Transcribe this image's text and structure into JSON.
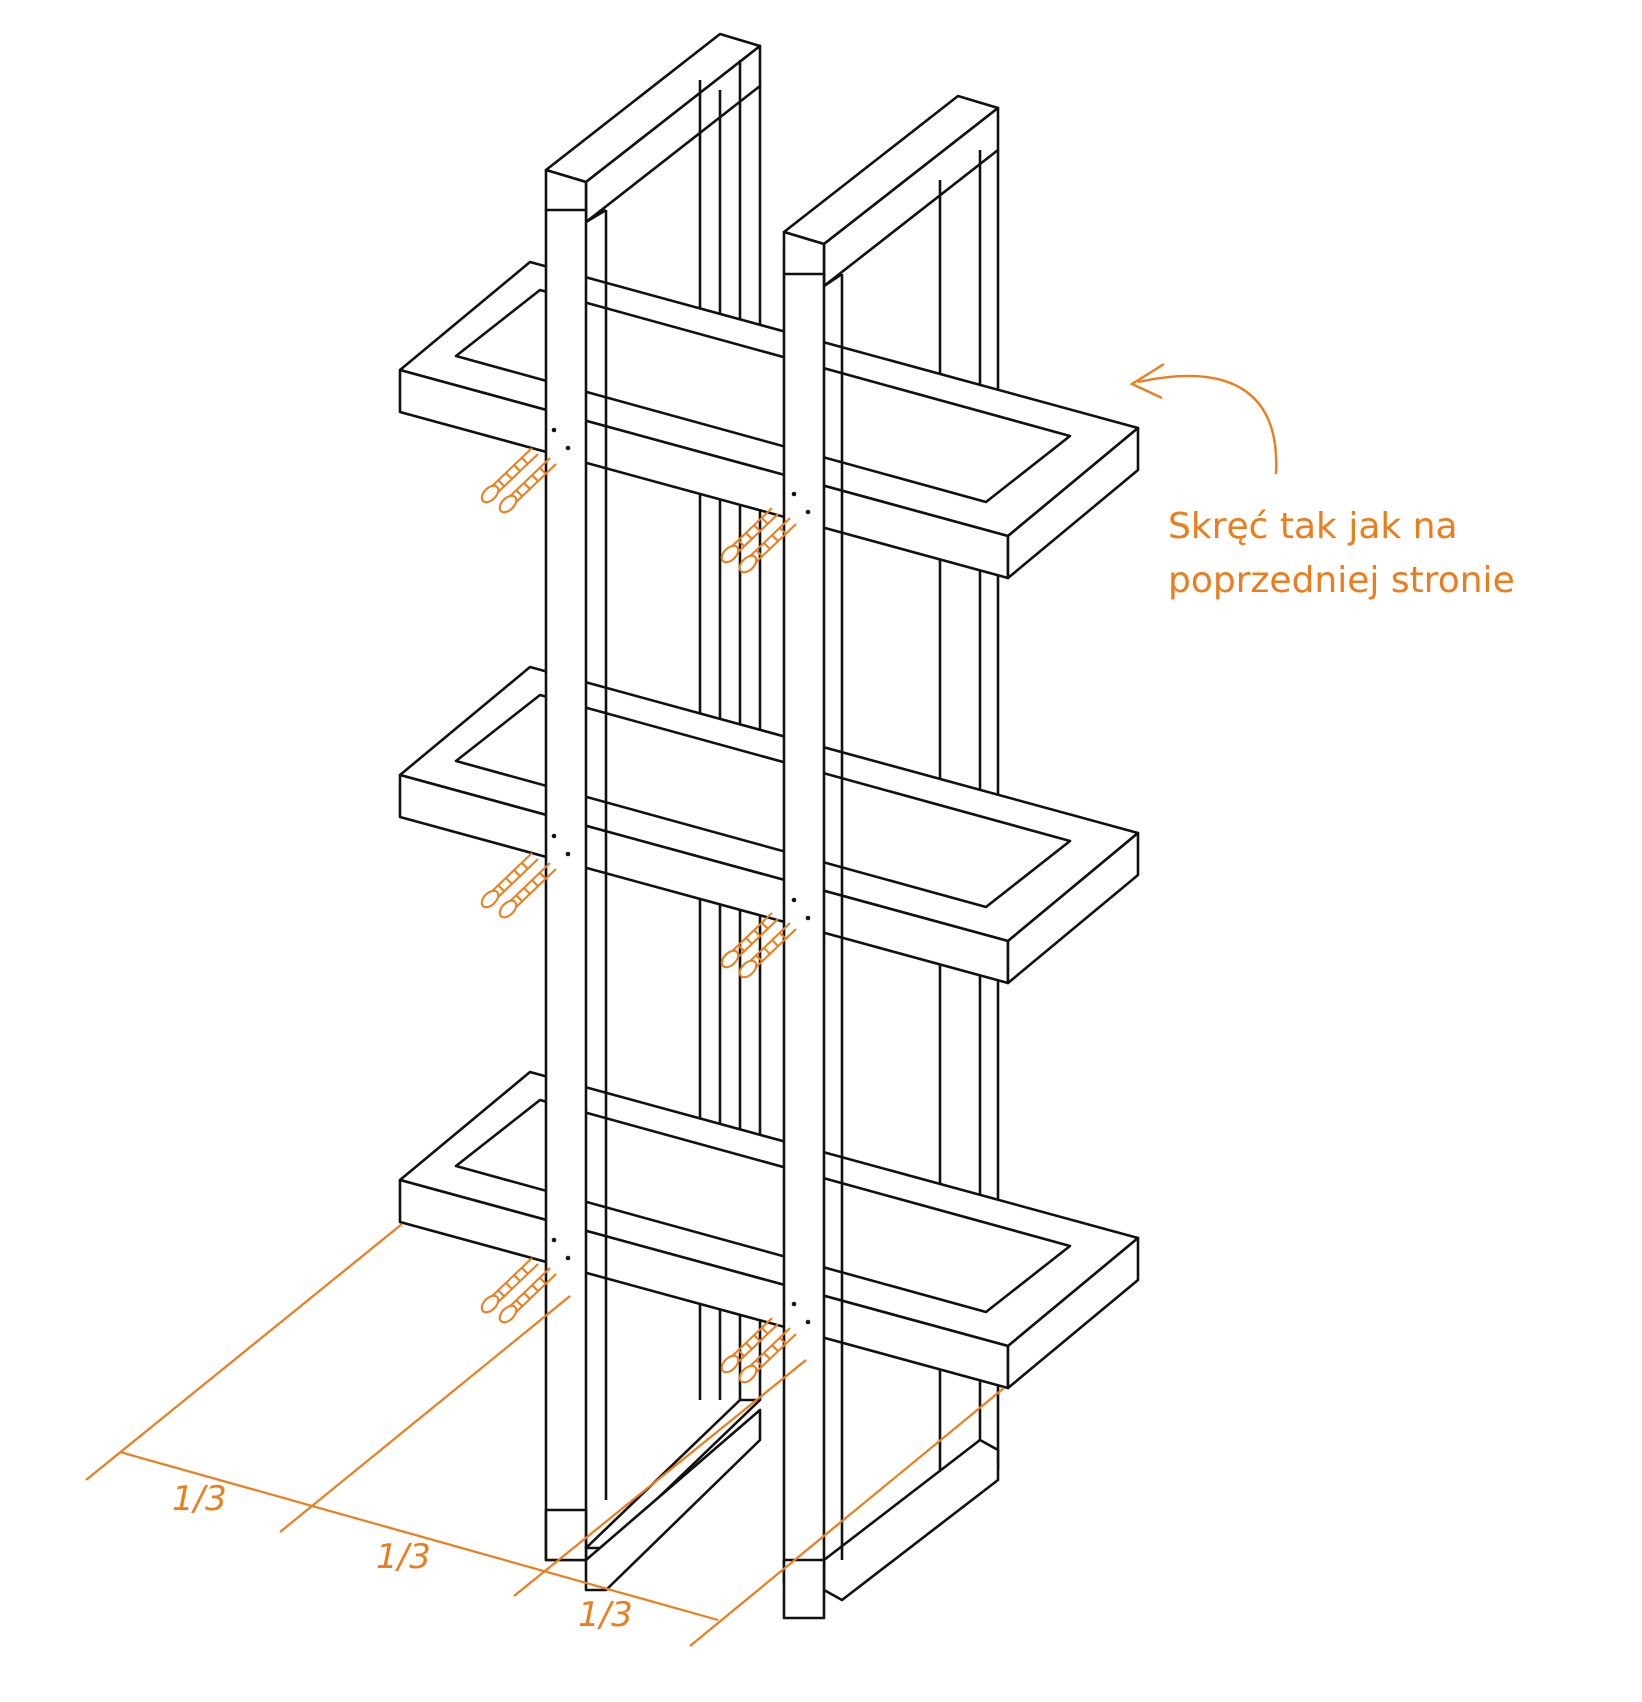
{
  "annotation": {
    "line1": "Skręć tak jak na",
    "line2": "poprzedniej stronie"
  },
  "dimensions": {
    "segments": [
      "1/3",
      "1/3",
      "1/3"
    ]
  },
  "colors": {
    "accent": "#ec7d1d",
    "line": "#111111"
  },
  "icons": {
    "screw": "screw-icon",
    "arrow": "curved-arrow-icon"
  }
}
